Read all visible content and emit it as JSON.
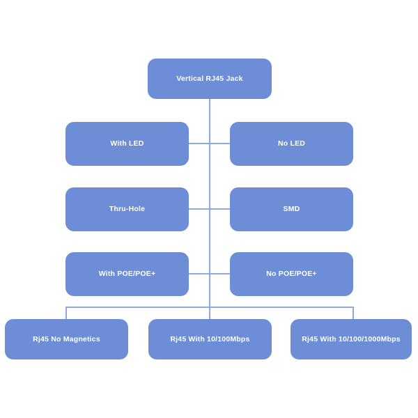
{
  "diagram": {
    "title": "Vertical RJ45 Jack",
    "background_color": "#ffffff",
    "node_fill_color": "#6d8ed6",
    "node_text_color": "#ffffff",
    "connector_color": "#8fa9e0",
    "nodes": {
      "root": "Vertical RJ45 Jack",
      "with_led": "With LED",
      "no_led": "No LED",
      "thru_hole": "Thru-Hole",
      "smd": "SMD",
      "with_poe": "With POE/POE+",
      "no_poe": "No POE/POE+",
      "rj45_no_magnetics": "Rj45 No Magnetics",
      "rj45_10_100": "Rj45 With 10/100Mbps",
      "rj45_10_100_1000": "Rj45 With 10/100/1000Mbps"
    }
  }
}
